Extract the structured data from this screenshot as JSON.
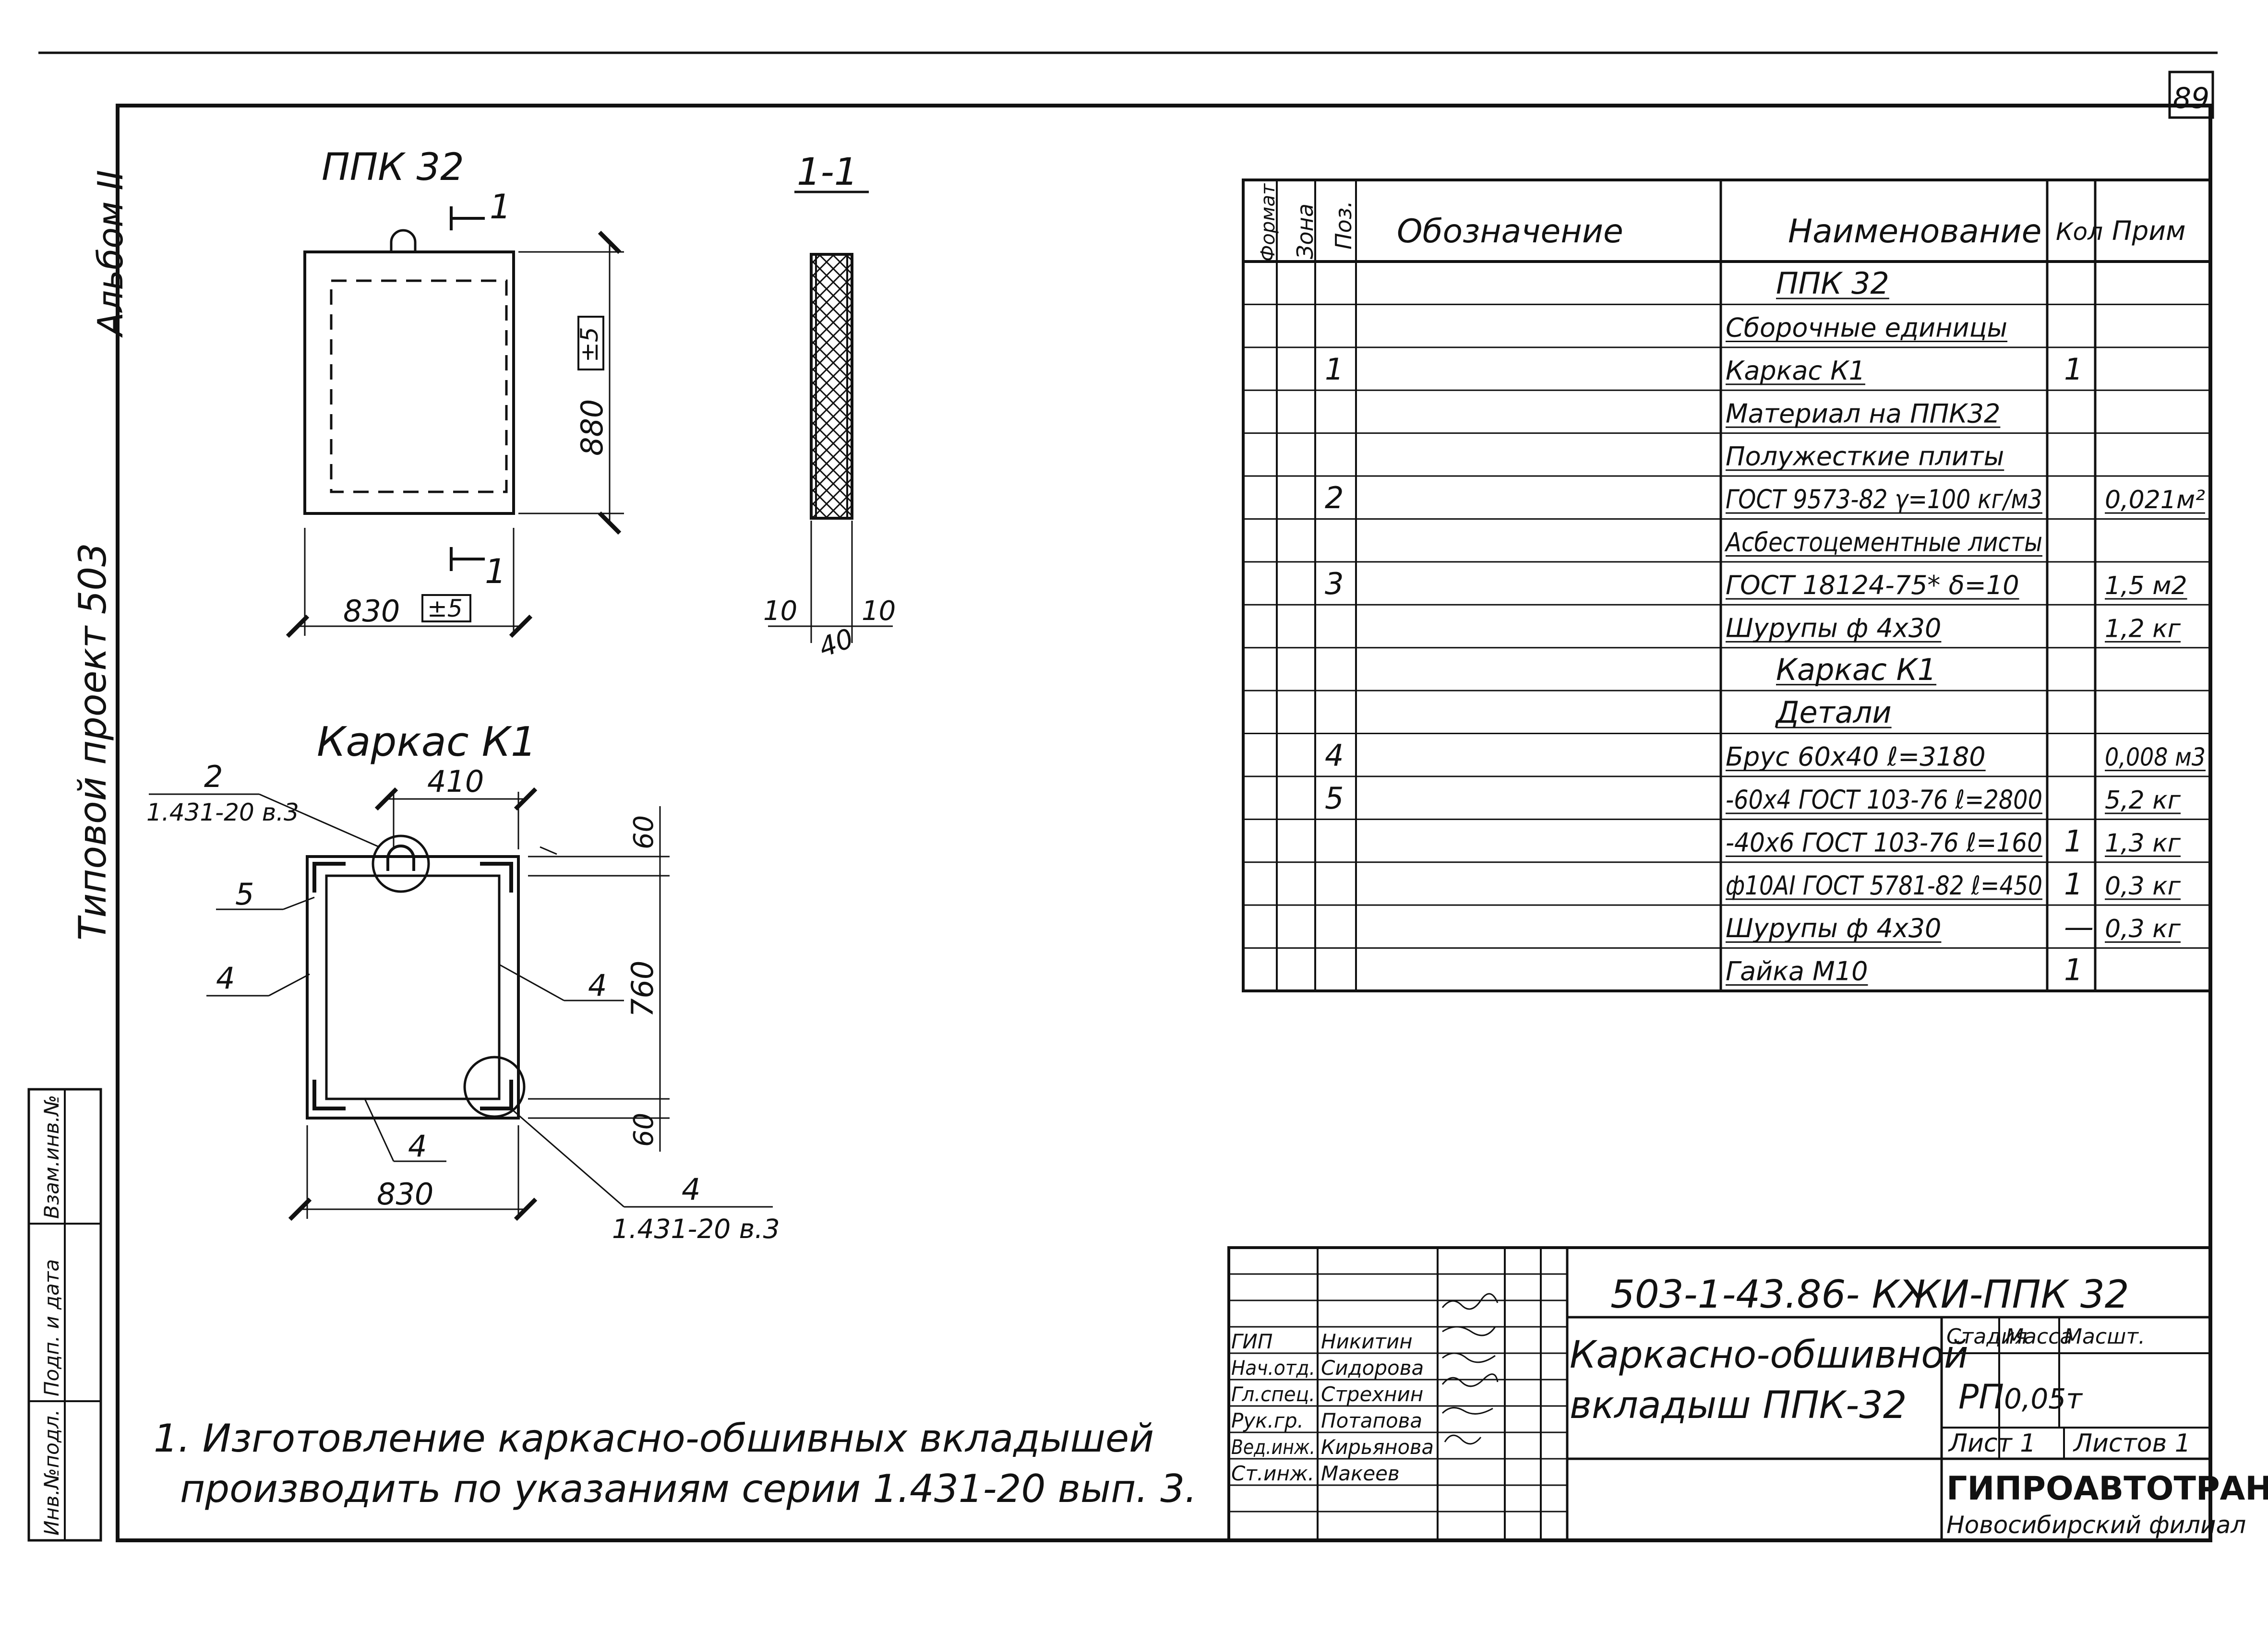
{
  "sheet_number": "89",
  "side_strip": {
    "album": "Альбом II",
    "project": "Типовой  проект  503",
    "inv_podl": "Инв.№подл.",
    "podp_data": "Подп. и дата",
    "vzam_inv": "Взам.инв.№"
  },
  "views": {
    "front": {
      "title": "ППК 32",
      "section_mark": "1",
      "height_dim": "880",
      "height_tol": "±5",
      "width_dim": "830",
      "width_tol": "±5"
    },
    "section": {
      "title": "1-1",
      "dim_left": "10",
      "dim_right": "10",
      "dim_total": "40"
    },
    "frame": {
      "title": "Каркас К1",
      "width_dim_top": "410",
      "width_dim_bottom": "830",
      "dim_top": "60",
      "dim_mid": "760",
      "dim_bottom": "60",
      "callout_2_pos": "2",
      "callout_2_ref": "1.431-20 в.3",
      "callout_5": "5",
      "callout_4_left": "4",
      "callout_4_right": "4",
      "callout_4_bottom": "4",
      "callout_4b_pos": "4",
      "callout_4b_ref": "1.431-20 в.3"
    }
  },
  "spec": {
    "headers": {
      "format": "Формат",
      "zone": "Зона",
      "pos": "Поз.",
      "designation": "Обозначение",
      "name": "Наименование",
      "qty": "Кол",
      "note": "Прим"
    },
    "rows": [
      {
        "pos": "",
        "name": "ППК 32",
        "qty": "",
        "note": "",
        "style": "head"
      },
      {
        "pos": "",
        "name": "Сборочные  единицы",
        "qty": "",
        "note": "",
        "style": "ul"
      },
      {
        "pos": "1",
        "name": "Каркас  К1",
        "qty": "1",
        "note": "",
        "style": "ul"
      },
      {
        "pos": "",
        "name": "Материал  на ППК32",
        "qty": "",
        "note": "",
        "style": "ul"
      },
      {
        "pos": "",
        "name": "Полужесткие  плиты",
        "qty": "",
        "note": "",
        "style": "ul"
      },
      {
        "pos": "2",
        "name": "ГОСТ 9573-82 γ=100 кг/м3",
        "qty": "",
        "note": "0,021м²",
        "style": "ul"
      },
      {
        "pos": "",
        "name": "Асбестоцементные листы",
        "qty": "",
        "note": "",
        "style": "ul"
      },
      {
        "pos": "3",
        "name": "ГОСТ 18124-75* δ=10",
        "qty": "",
        "note": "1,5 м2",
        "style": "ul"
      },
      {
        "pos": "",
        "name": "Шурупы  ф 4х30",
        "qty": "",
        "note": "1,2 кг",
        "style": "ul"
      },
      {
        "pos": "",
        "name": "Каркас  К1",
        "qty": "",
        "note": "",
        "style": "head"
      },
      {
        "pos": "",
        "name": "Детали",
        "qty": "",
        "note": "",
        "style": "head"
      },
      {
        "pos": "4",
        "name": "Брус 60х40  ℓ=3180",
        "qty": "",
        "note": "0,008 м3",
        "style": "ul"
      },
      {
        "pos": "5",
        "name": "-60х4 ГОСТ 103-76  ℓ=2800",
        "qty": "",
        "note": "5,2 кг",
        "style": "ul"
      },
      {
        "pos": "",
        "name": "-40х6 ГОСТ 103-76  ℓ=160",
        "qty": "1",
        "note": "1,3 кг",
        "style": "ul"
      },
      {
        "pos": "",
        "name": "ф10АI ГОСТ 5781-82 ℓ=450",
        "qty": "1",
        "note": "0,3 кг",
        "style": "ul"
      },
      {
        "pos": "",
        "name": "Шурупы  ф 4х30",
        "qty": "—",
        "note": "0,3 кг",
        "style": "ul"
      },
      {
        "pos": "",
        "name": "Гайка  М10",
        "qty": "1",
        "note": "",
        "style": "ul"
      }
    ]
  },
  "note_text": [
    "1. Изготовление   каркасно-обшивных  вкладышей",
    "производить  по  указаниям  серии   1.431-20  вып. 3."
  ],
  "title_block": {
    "code": "503-1-43.86-  КЖИ-ППК 32",
    "title_line1": "Каркасно-обшивной",
    "title_line2": "вкладыш  ППК-32",
    "stage_label": "Стадия",
    "mass_label": "Масса",
    "scale_label": "Масшт.",
    "stage": "РП",
    "mass": "0,05т",
    "scale": "",
    "sheet_label": "Лист 1",
    "sheets_label": "Листов 1",
    "org": "ГИПРОАВТОТРАНС",
    "branch": "Новосибирский филиал",
    "staff": [
      {
        "role": "ГИП",
        "name": "Никитин"
      },
      {
        "role": "Нач.отд.",
        "name": "Сидорова"
      },
      {
        "role": "Гл.спец.",
        "name": "Стрехнин"
      },
      {
        "role": "Рук.гр.",
        "name": "Потапова"
      },
      {
        "role": "Вед.инж.",
        "name": "Кирьянова"
      },
      {
        "role": "Ст.инж.",
        "name": "Макеев"
      }
    ]
  }
}
